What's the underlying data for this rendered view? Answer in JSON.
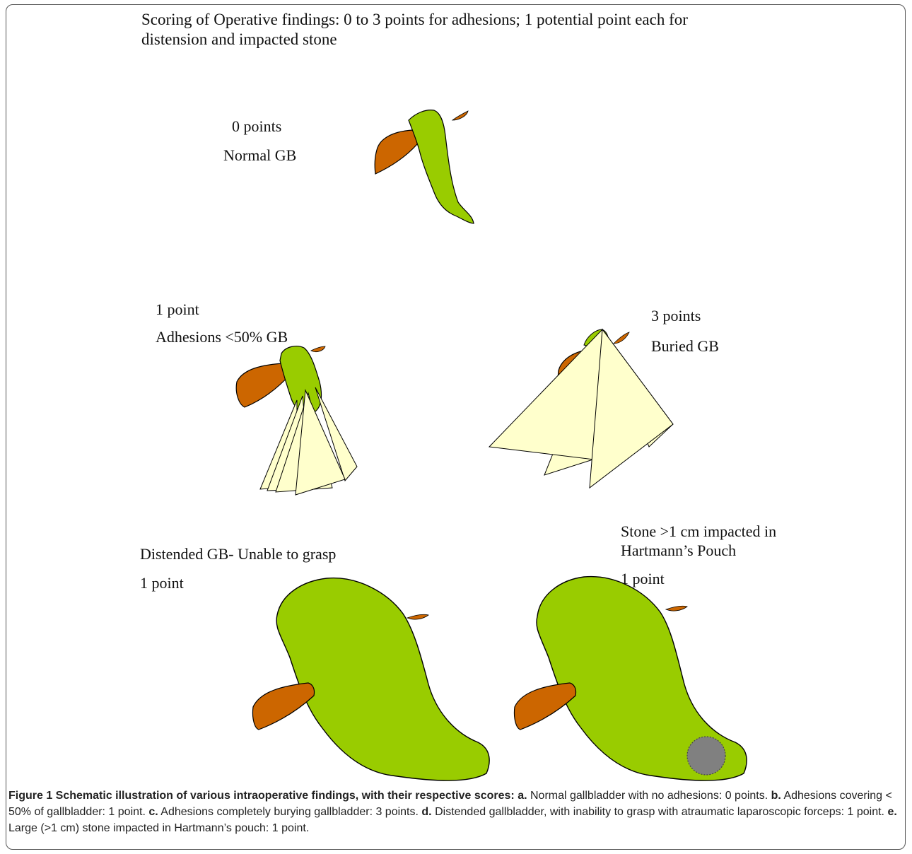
{
  "heading": "Scoring of Operative findings: 0 to 3 points for adhesions;  1 potential point each for distension and impacted stone",
  "panels": {
    "a": {
      "score": "0 points",
      "label": "Normal GB"
    },
    "b": {
      "score": "1 point",
      "label": "Adhesions <50% GB"
    },
    "c": {
      "score": "3 points",
      "label": "Buried GB"
    },
    "d": {
      "label": "Distended GB- Unable to grasp",
      "score": "1 point"
    },
    "e": {
      "label_line1": "Stone >1 cm impacted in",
      "label_line2": "Hartmann’s Pouch",
      "score": "1 point"
    }
  },
  "caption": {
    "title": "Figure 1 Schematic illustration of various intraoperative findings, with their respective scores:",
    "items": [
      {
        "letter": "a.",
        "text": "Normal gallbladder with no adhesions: 0 points."
      },
      {
        "letter": "b.",
        "text": "Adhesions covering < 50% of gallbladder: 1 point."
      },
      {
        "letter": "c.",
        "text": "Adhesions completely burying gallbladder: 3 points."
      },
      {
        "letter": "d.",
        "text": "Distended gallbladder, with inability to grasp with atraumatic laparoscopic forceps: 1 point."
      },
      {
        "letter": "e.",
        "text": "Large (>1 cm) stone impacted in Hartmann’s pouch: 1 point."
      }
    ]
  },
  "colors": {
    "gallbladder": "#99cc00",
    "liver": "#cc6600",
    "adhesion": "#ffffcc",
    "stone": "#808080"
  }
}
